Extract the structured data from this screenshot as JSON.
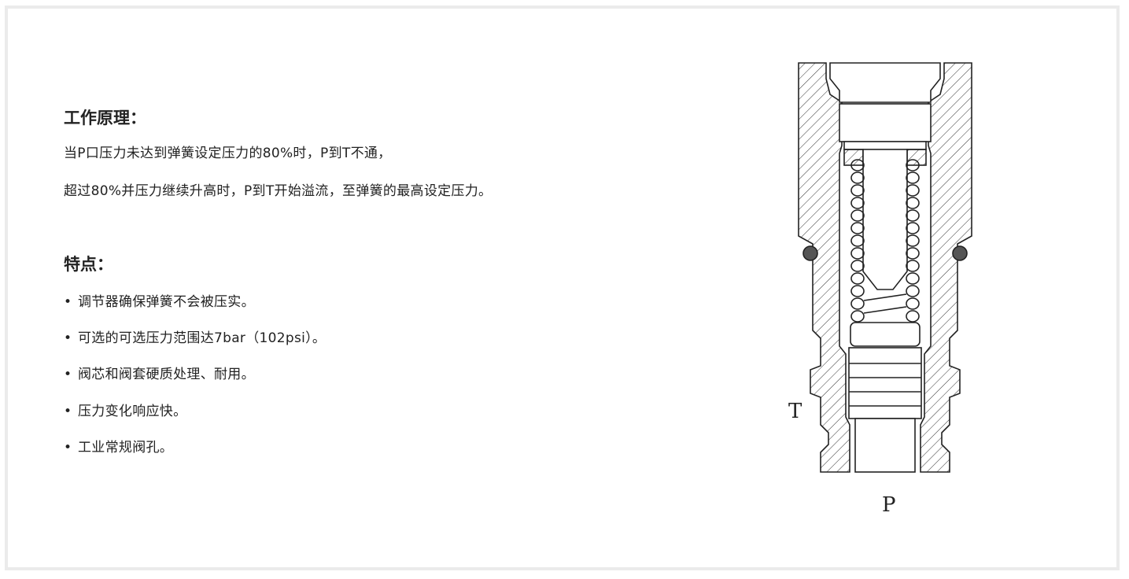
{
  "principle": {
    "heading": "工作原理：",
    "line1": "当P口压力未达到弹簧设定压力的80%时，P到T不通，",
    "line2": "超过80%并压力继续升高时，P到T开始溢流，至弹簧的最高设定压力。"
  },
  "features": {
    "heading": "特点：",
    "bullet": "•",
    "items": [
      "调节器确保弹簧不会被压实。",
      "可选的可选压力范围达7bar（102psi）。",
      "阀芯和阀套硬质处理、耐用。",
      "压力变化响应快。",
      "工业常规阀孔。"
    ]
  },
  "diagram": {
    "port_t": "T",
    "port_p": "P"
  }
}
